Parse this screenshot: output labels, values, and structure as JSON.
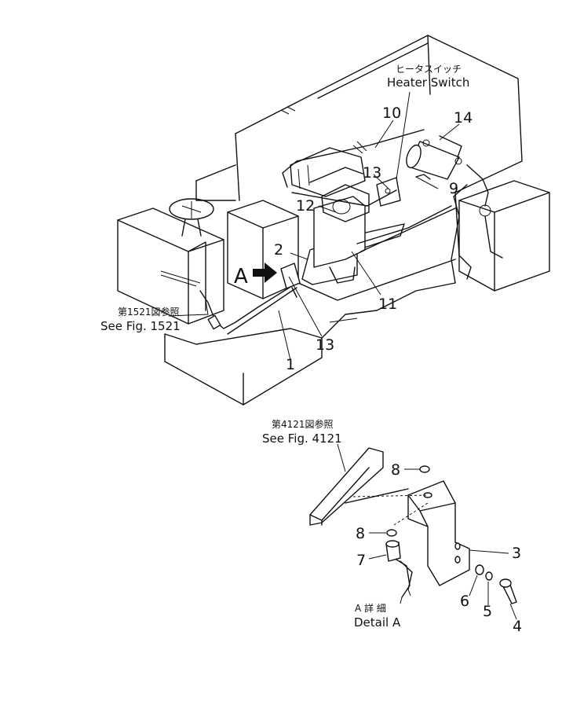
{
  "callouts": {
    "heater_switch_jp": "ヒータスイッチ",
    "heater_switch_en": "Heater Switch",
    "see_1521_jp": "第1521図参照",
    "see_1521_en": "See Fig. 1521",
    "see_4121_jp": "第4121図参照",
    "see_4121_en": "See Fig. 4121",
    "detail_a_jp": "A 詳 細",
    "detail_a_en": "Detail A",
    "view_a": "A"
  },
  "part_numbers": {
    "p1": "1",
    "p2": "2",
    "p3": "3",
    "p4": "4",
    "p5": "5",
    "p6": "6",
    "p7": "7",
    "p8_top": "8",
    "p8_mid": "8",
    "p9": "9",
    "p10": "10",
    "p11": "11",
    "p12": "12",
    "p13_top": "13",
    "p13_bottom": "13",
    "p14": "14"
  }
}
